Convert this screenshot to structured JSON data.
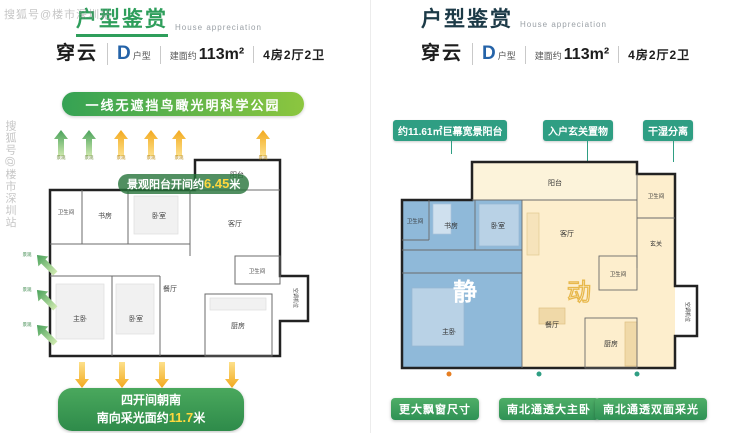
{
  "colors": {
    "green": "#2e9e5b",
    "teal": "#2f9e83",
    "yellow": "#f5b622",
    "yellow_text": "#ffd83d",
    "blue_zone": "#8fb9d9",
    "cream_zone": "#fdeecd",
    "dark_title": "#1c3a47"
  },
  "watermark": {
    "text": "搜狐号@楼市深圳站"
  },
  "rooms": {
    "bath": "卫生间",
    "study": "书房",
    "bedroom": "卧室",
    "living": "客厅",
    "balcony": "阳台",
    "master": "主卧",
    "dining": "餐厅",
    "kitchen": "厨房",
    "ac": "空调机位",
    "foyer": "玄关"
  },
  "left": {
    "title": "户型鉴赏",
    "title_en": "House appreciation",
    "unit_name": "穿云",
    "type_letter": "D",
    "type_word": "户型",
    "area_prefix": "建面约",
    "area": "113m²",
    "layout": "4房2厅2卫",
    "banner": "一线无遮挡鸟瞰光明科学公园",
    "view_label": "景观",
    "balcony_note": {
      "prefix": "景观阳台开间约",
      "value": "6.45",
      "suffix": "米"
    },
    "south_note": {
      "line1": "四开间朝南",
      "line2_prefix": "南向采光面约",
      "value": "11.7",
      "suffix": "米"
    }
  },
  "right": {
    "title": "户型鉴赏",
    "title_en": "House appreciation",
    "unit_name": "穿云",
    "type_letter": "D",
    "type_word": "户型",
    "area_prefix": "建面约",
    "area": "113m²",
    "layout": "4房2厅2卫",
    "callouts": [
      "约11.61㎡巨幕宽景阳台",
      "入户玄关置物",
      "干湿分离"
    ],
    "zones": {
      "quiet": "静",
      "active": "动"
    },
    "bottom_labels": [
      "更大飘窗尺寸",
      "南北通透大主卧",
      "南北通透双面采光"
    ]
  }
}
